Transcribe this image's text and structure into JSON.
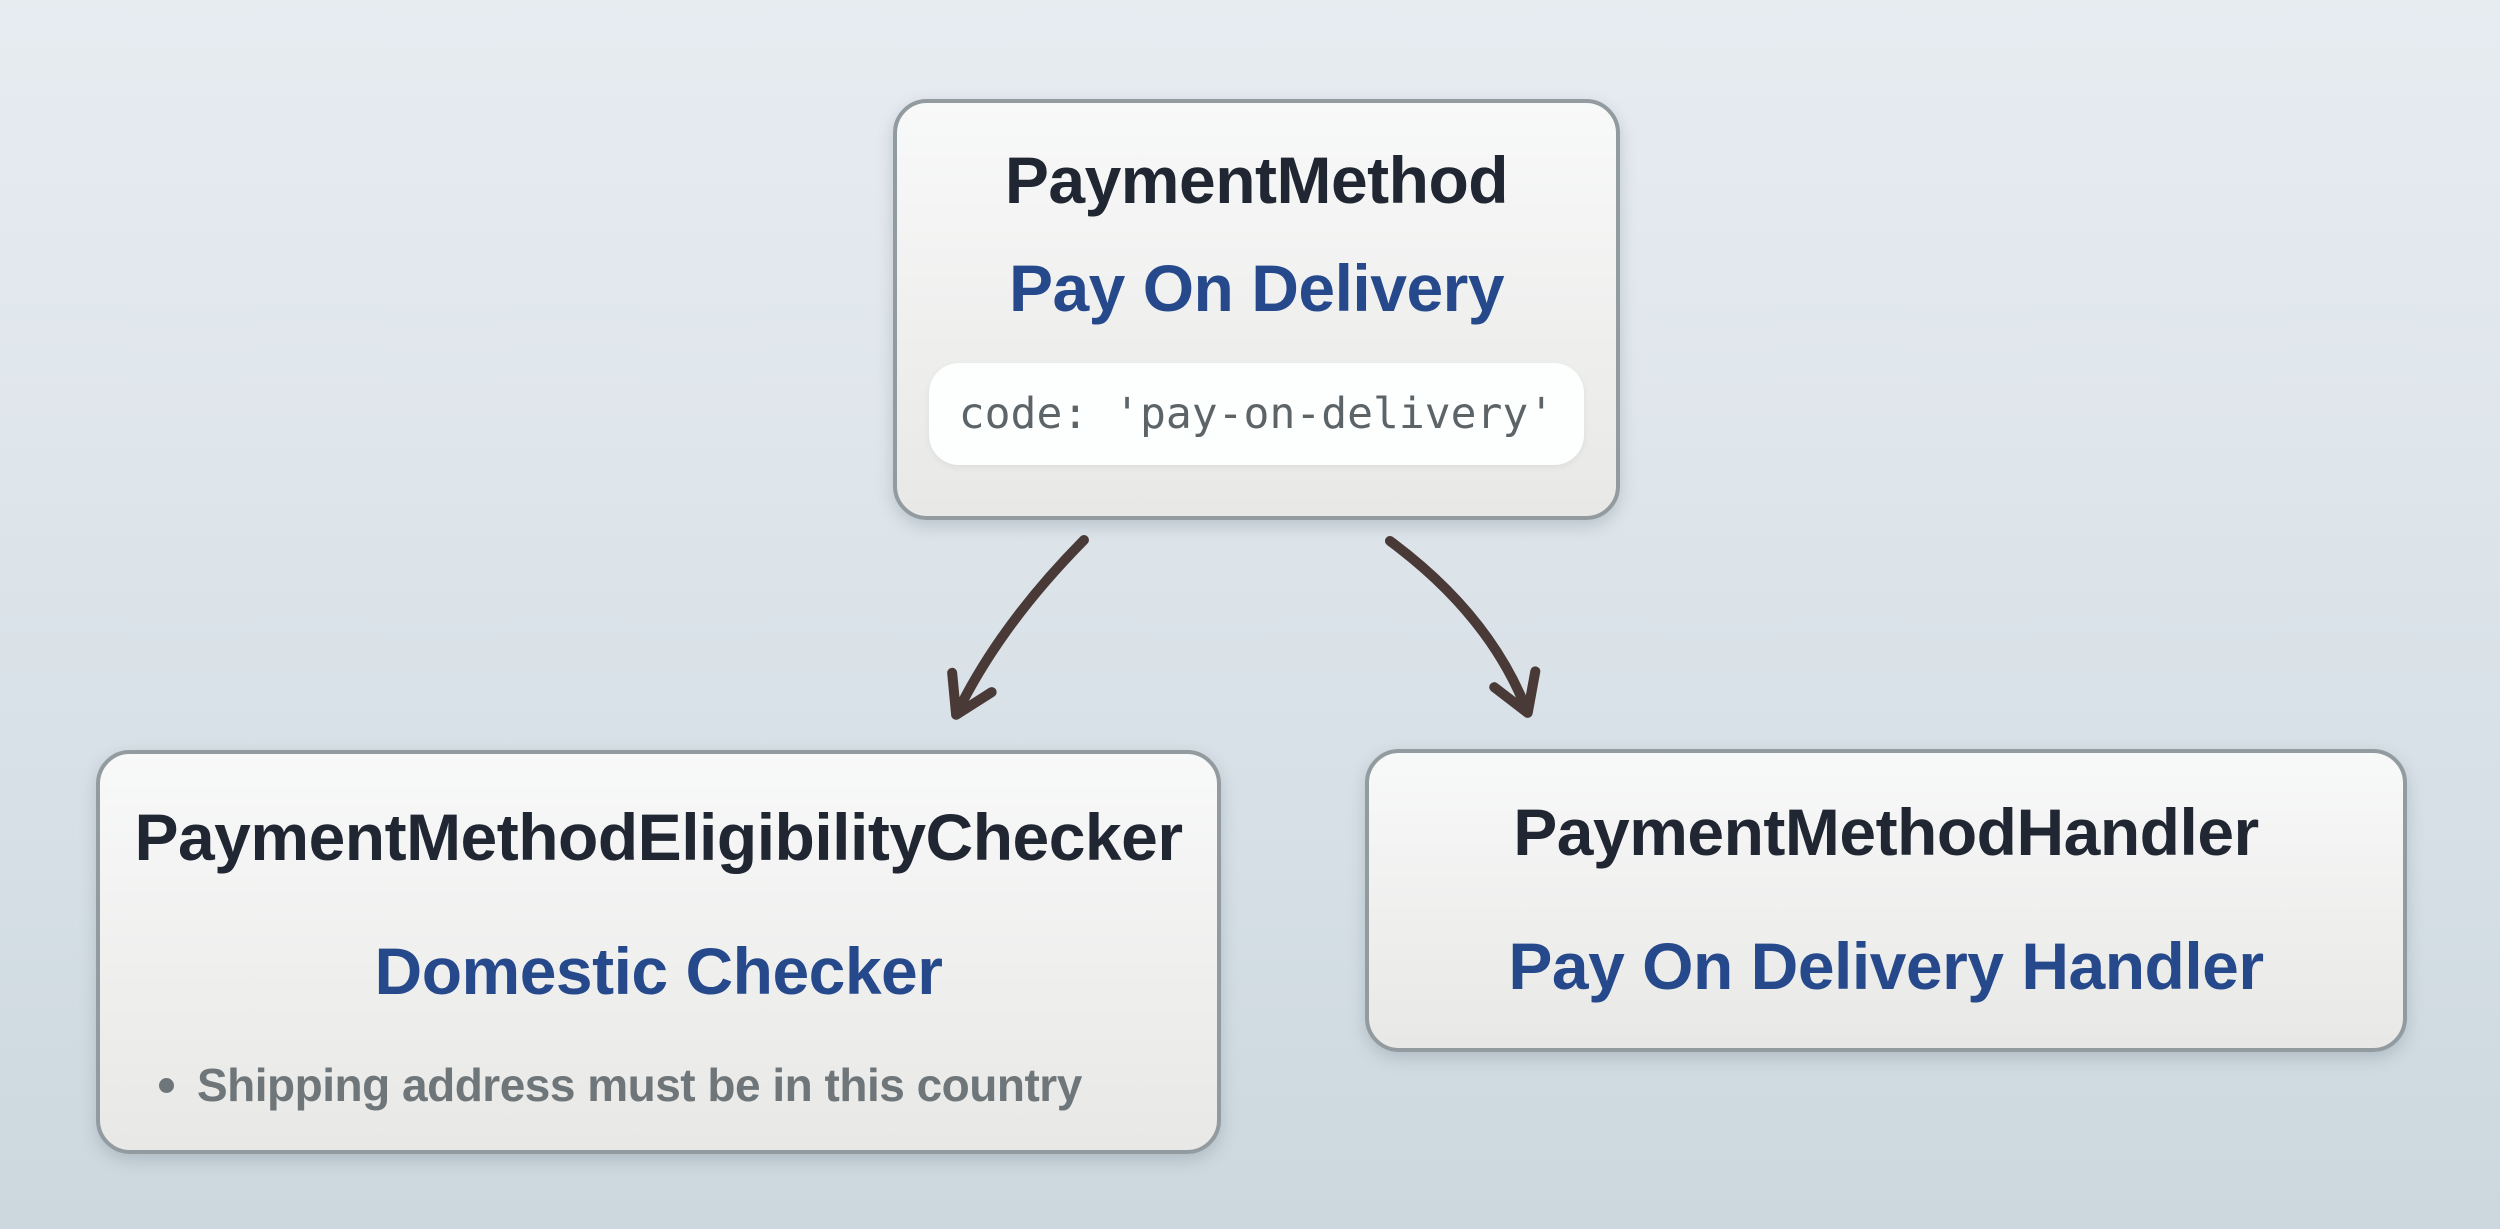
{
  "diagram": {
    "nodes": {
      "payment_method": {
        "class_name": "PaymentMethod",
        "display_name": "Pay On Delivery",
        "code": "code: 'pay-on-delivery'"
      },
      "eligibility_checker": {
        "class_name": "PaymentMethodEligibilityChecker",
        "display_name": "Domestic Checker",
        "rules": [
          "Shipping address must be in this country"
        ]
      },
      "handler": {
        "class_name": "PaymentMethodHandler",
        "display_name": "Pay On Delivery Handler"
      }
    },
    "colors": {
      "background_top": "#e7ecf1",
      "background_bottom": "#ccd7de",
      "card_fill_top": "#f8f9f9",
      "card_fill_bottom": "#e8e8e6",
      "card_border": "#929b9f",
      "class_name_text": "#202732",
      "display_name_text": "#26498c",
      "code_text": "#5d6468",
      "code_background": "#fdfefe",
      "rule_text": "#6f767a",
      "arrow": "#4a3a37"
    }
  }
}
